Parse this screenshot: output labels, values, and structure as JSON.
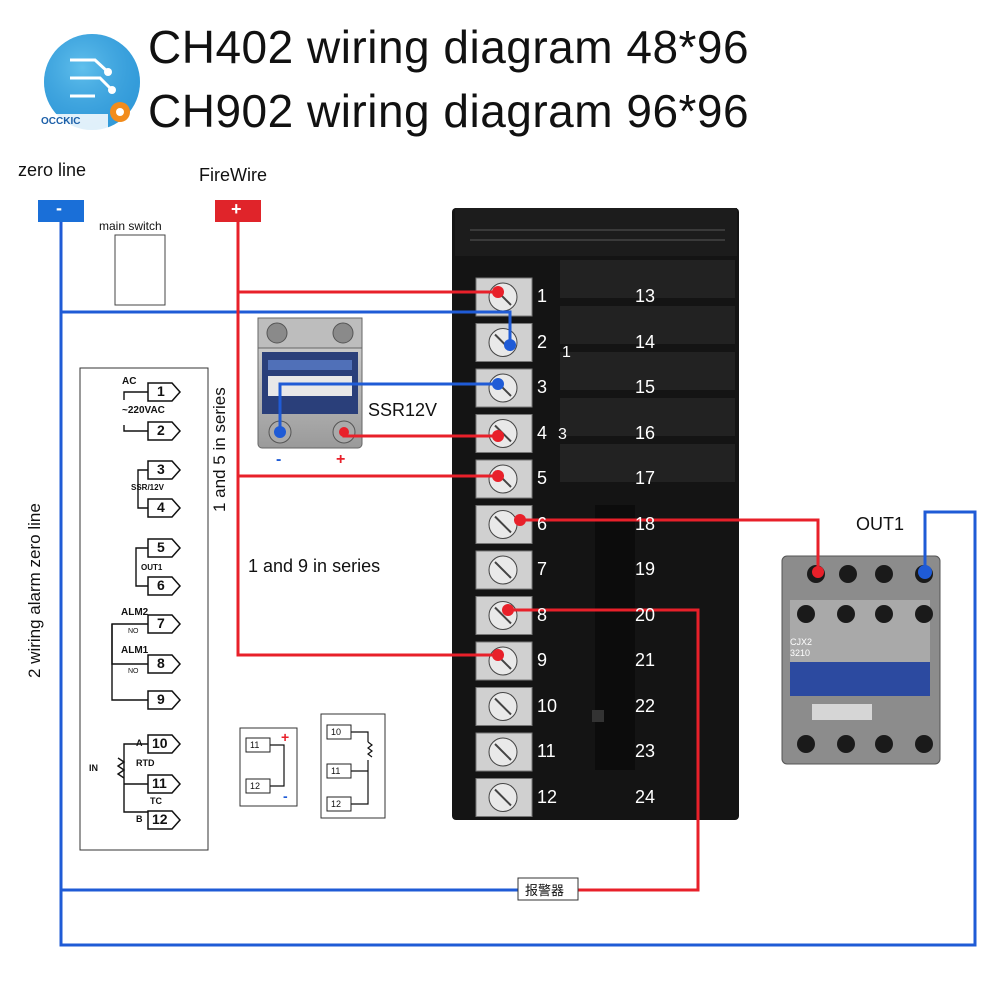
{
  "logo": {
    "text": "OCCKIC"
  },
  "title": {
    "line1": "CH402 wiring diagram 48*96",
    "line2": "CH902 wiring diagram 96*96"
  },
  "power": {
    "zero_line_label": "zero line",
    "zero_sign": "-",
    "firewire_label": "FireWire",
    "firewire_sign": "+",
    "main_switch_label": "main switch"
  },
  "annotations": {
    "vertical_left": "2 wiring alarm zero line",
    "vertical_series_1_5": "1 and 5 in series",
    "series_1_9": "1 and 9 in series",
    "ssr_label": "SSR12V",
    "ssr_minus": "-",
    "ssr_plus": "+",
    "out1_label": "OUT1",
    "alarm_box": "报警器",
    "contact_label_1": "1",
    "contact_label_3": "3"
  },
  "controller": {
    "left_terminals": [
      "1",
      "2",
      "3",
      "4",
      "5",
      "6",
      "7",
      "8",
      "9",
      "10",
      "11",
      "12"
    ],
    "right_terminals": [
      "13",
      "14",
      "15",
      "16",
      "17",
      "18",
      "19",
      "20",
      "21",
      "22",
      "23",
      "24"
    ]
  },
  "schematic": {
    "ac": "AC",
    "vac": "~220VAC",
    "ssr": "SSR/12V",
    "out1": "OUT1",
    "alm2": "ALM2",
    "alm1": "ALM1",
    "no": "NO",
    "rtd": "RTD",
    "tc": "TC",
    "in": "IN",
    "a": "A",
    "b": "B",
    "pins": [
      "1",
      "2",
      "3",
      "4",
      "5",
      "6",
      "7",
      "8",
      "9",
      "10",
      "11",
      "12"
    ]
  },
  "mini_diagrams": {
    "left_pins": [
      "11",
      "12"
    ],
    "left_plus": "+",
    "left_minus": "-",
    "right_pins": [
      "10",
      "11",
      "12"
    ]
  },
  "contactor": {
    "model": "CJX2",
    "model_sub": "3210"
  },
  "colors": {
    "red_wire": "#e8202a",
    "blue_wire": "#1f5bd6",
    "controller_body": "#141414",
    "zero_badge": "#1a6fd8",
    "fire_badge": "#e0242a"
  }
}
